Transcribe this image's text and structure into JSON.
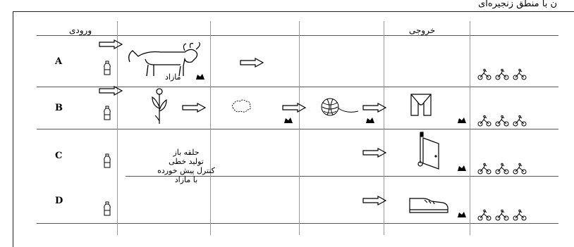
{
  "caption": "ن با منطق زنجیره‌ای",
  "header": {
    "input_label": "ورودی",
    "output_label": "خروجی"
  },
  "rows": [
    "A",
    "B",
    "C",
    "D"
  ],
  "row_a": {
    "text": "مازاد"
  },
  "row_c": {
    "lines": [
      "حلقه باز",
      "تولید خطی",
      "کنترل پیش خورده",
      "با مازاد"
    ]
  },
  "icons": {
    "arrow": "right-arrow-icon",
    "bottle": "bottle-icon",
    "waste": "waste-icon",
    "cyclists": "cyclist-icon",
    "cow": "cow-icon",
    "plant": "plant-icon",
    "cloud": "fiber-cloud-icon",
    "yarn": "yarn-ball-icon",
    "garment": "garment-icon",
    "flag": "flag-door-icon",
    "shoe": "shoe-icon"
  }
}
